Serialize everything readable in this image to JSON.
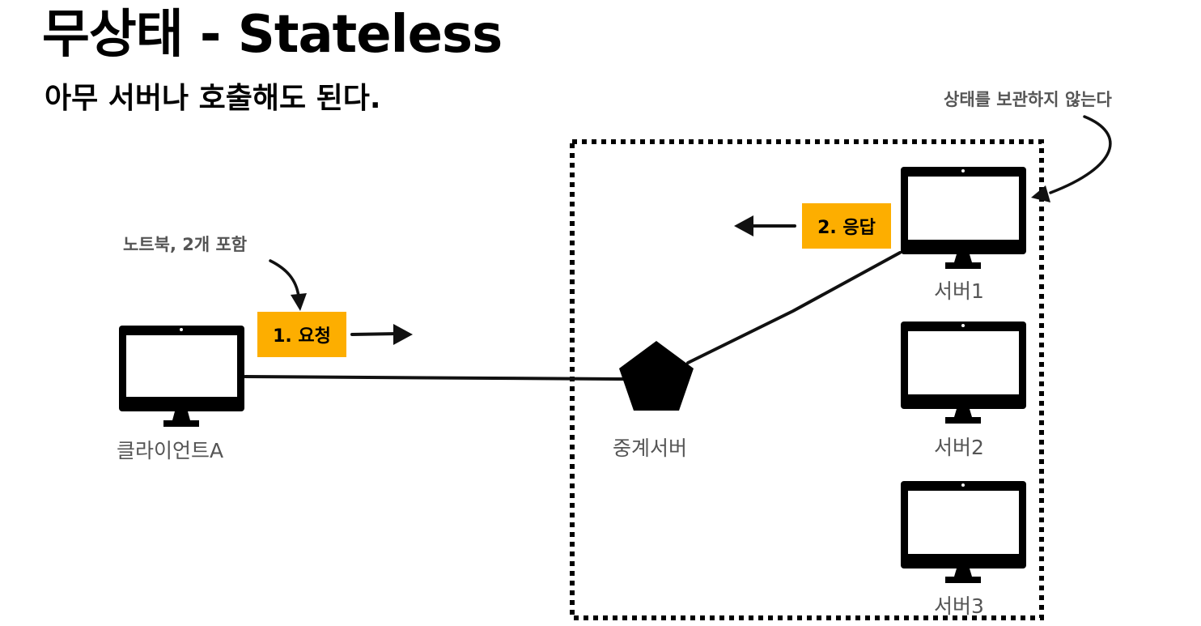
{
  "title": "무상태 - Stateless",
  "subtitle": "아무 서버나 호출해도 된다.",
  "annotations": {
    "stateless_note": "상태를 보관하지 않는다",
    "client_note": "노트북, 2개 포함"
  },
  "badges": {
    "request": "1. 요청",
    "response": "2. 응답"
  },
  "nodes": {
    "client": "클라이언트A",
    "proxy": "중계서버",
    "server1": "서버1",
    "server2": "서버2",
    "server3": "서버3"
  },
  "colors": {
    "badge": "#fdae00",
    "line": "#000000",
    "caption": "#555555"
  },
  "icons": {
    "client": "monitor-icon",
    "proxy": "pentagon-icon",
    "servers": "monitor-icon"
  }
}
